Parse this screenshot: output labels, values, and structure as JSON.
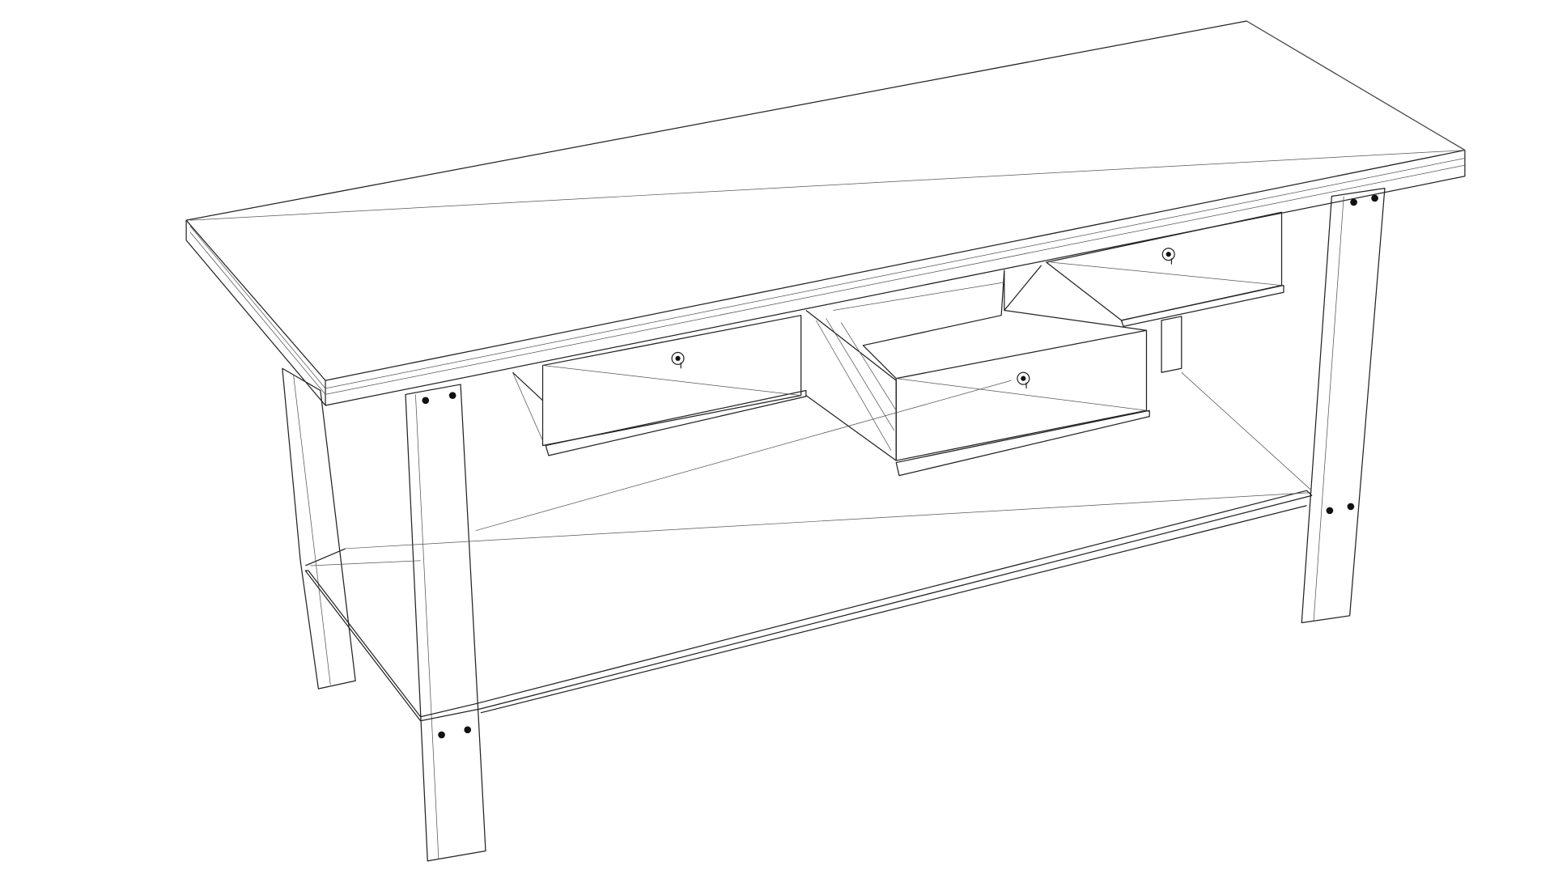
{
  "drawing": {
    "subject": "workbench-line-drawing",
    "line_color": "#222222",
    "background_color": "#ffffff",
    "drawers": 3,
    "open_drawers": 1
  }
}
